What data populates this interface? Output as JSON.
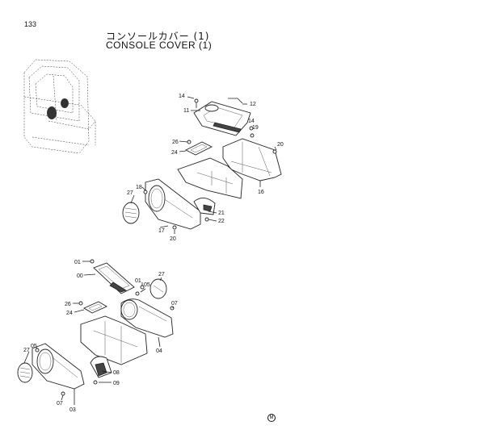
{
  "page_number": "133",
  "title_jp": "コンソールカバー (1)",
  "title_en": "CONSOLE COVER (1)",
  "corner_mark": "M",
  "upper_callouts": [
    "14",
    "11",
    "12",
    "14",
    "19",
    "26",
    "24",
    "20",
    "18",
    "27",
    "16",
    "21",
    "22",
    "17",
    "20"
  ],
  "lower_callouts": [
    "01",
    "00",
    "01",
    "05",
    "27",
    "26",
    "24",
    "07",
    "27",
    "05",
    "04",
    "08",
    "09",
    "07",
    "03"
  ]
}
